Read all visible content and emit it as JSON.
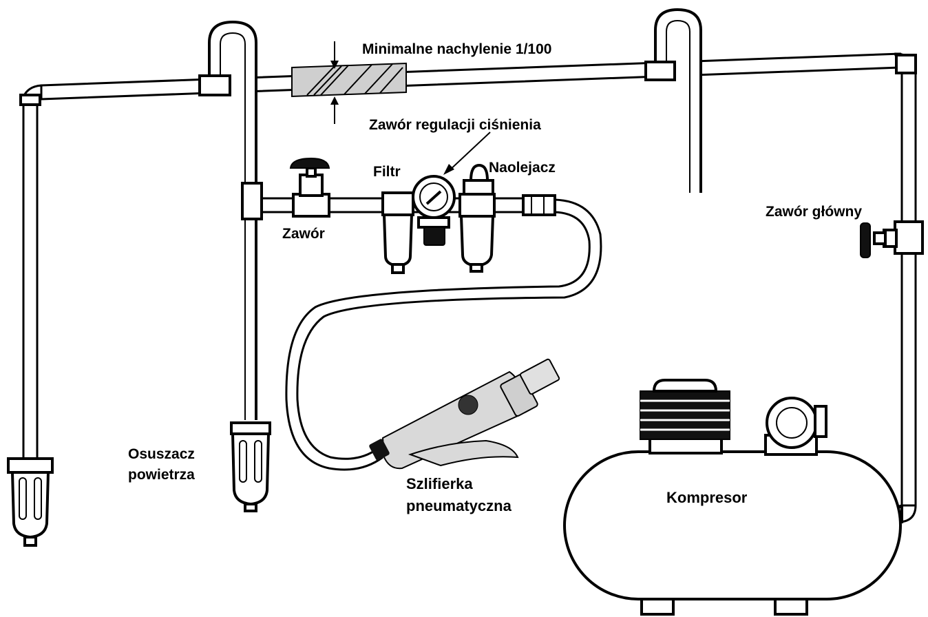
{
  "labels": {
    "min_slope": "Minimalne nachylenie 1/100",
    "pressure_valve": "Zawór regulacji ciśnienia",
    "filter": "Filtr",
    "oiler": "Naolejacz",
    "valve": "Zawór",
    "main_valve": "Zawór główny",
    "air_dryer_line1": "Osuszacz",
    "air_dryer_line2": "powietrza",
    "grinder_line1": "Szlifierka",
    "grinder_line2": "pneumatyczna",
    "compressor": "Kompresor"
  },
  "colors": {
    "line": "#000000",
    "background": "#ffffff",
    "tool_body": "#d9d9d9"
  }
}
